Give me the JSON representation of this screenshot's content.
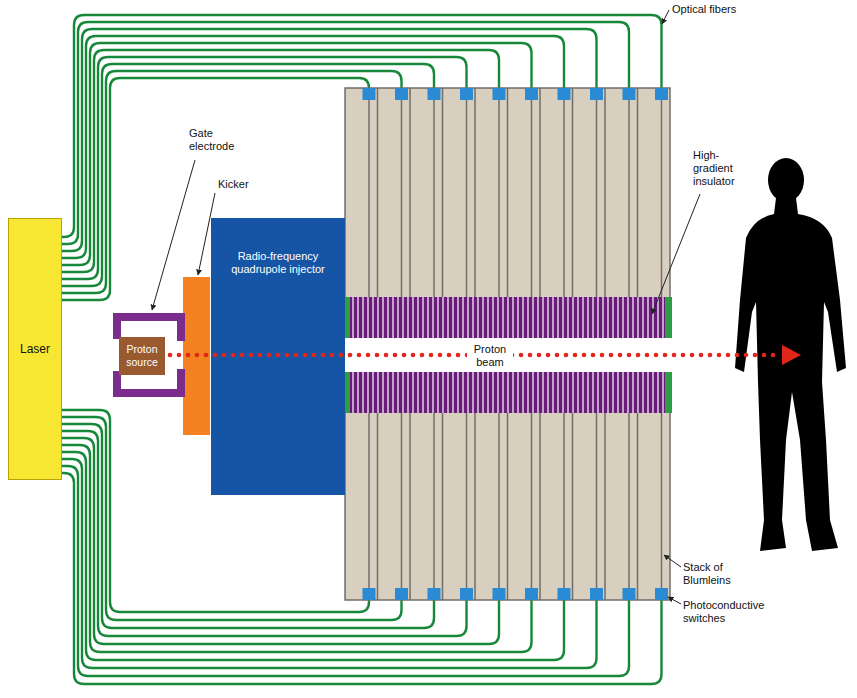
{
  "diagram": {
    "nodes": [
      {
        "text": [
          "Laser"
        ]
      },
      {
        "text": [
          "Proton source"
        ]
      },
      {
        "text": [
          "Radio-frequency quadrupole injector"
        ]
      }
    ],
    "labels": [
      "Optical fibers",
      "Gate electrode",
      "Kicker",
      "High-gradient insulator",
      "Proton beam",
      "Stack of Blumleins",
      "Photoconductive switches"
    ]
  }
}
